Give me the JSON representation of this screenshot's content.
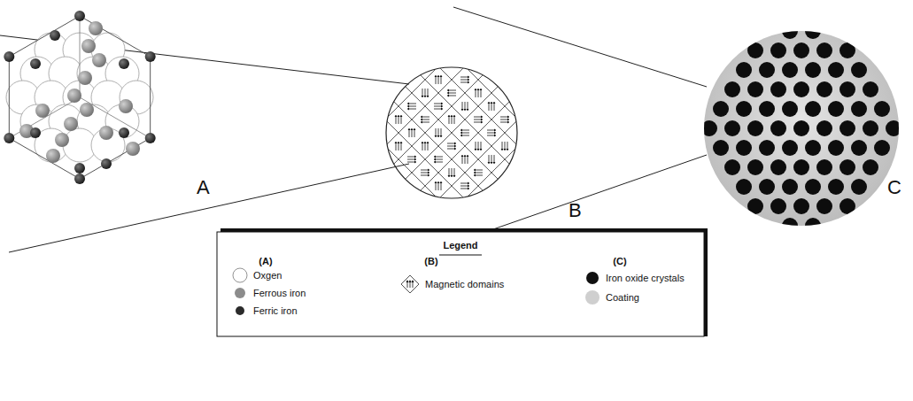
{
  "diagram": {
    "labels": [
      "A",
      "B",
      "C",
      "Legend",
      "(A)",
      "(B)",
      "(C)"
    ],
    "legend": [
      {
        "text": "Oxgen",
        "color": "#ffffff"
      },
      {
        "text": "Ferrous iron",
        "color": "#8c8c8c"
      },
      {
        "text": "Ferric iron",
        "color": "#2b2b2b"
      },
      {
        "text": "Magnetic domains"
      },
      {
        "text": "Iron oxide crystals",
        "color": "#111111"
      },
      {
        "text": "Coating",
        "color": "#cfcfcf"
      }
    ]
  }
}
